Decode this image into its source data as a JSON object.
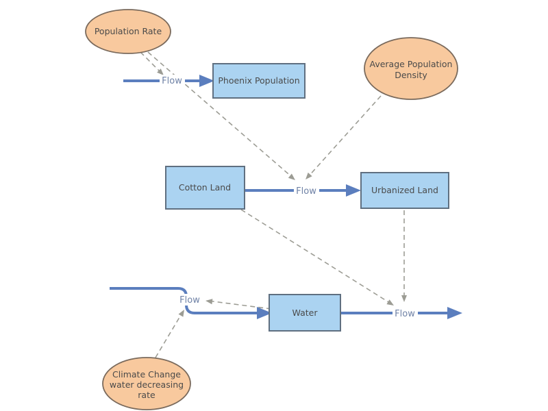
{
  "diagram": {
    "type": "stock-and-flow",
    "colors": {
      "background": "#ffffff",
      "stock_fill": "#abd3f1",
      "stock_border": "#5f6f80",
      "variable_fill": "#f8c99e",
      "variable_border": "#7a6a5c",
      "flow_color": "#5b7ebe",
      "flow_label_color": "#6f82a6",
      "connector_color": "#9c9c94",
      "node_text_color": "#4a4a4a"
    },
    "nodes": {
      "population_rate": {
        "label": "Population Rate",
        "shape": "ellipse"
      },
      "phoenix_population": {
        "label": "Phoenix Population",
        "shape": "rectangle"
      },
      "average_population_density": {
        "line1": "Average Population",
        "line2": "Density",
        "shape": "ellipse"
      },
      "cotton_land": {
        "label": "Cotton Land",
        "shape": "rectangle"
      },
      "urbanized_land": {
        "label": "Urbanized Land",
        "shape": "rectangle"
      },
      "water": {
        "label": "Water",
        "shape": "rectangle"
      },
      "climate_change": {
        "line1": "Climate Change",
        "line2": "water decreasing",
        "line3": "rate",
        "shape": "ellipse"
      }
    },
    "flow_labels": {
      "population_inflow": "Flow",
      "land_conversion": "Flow",
      "water_inflow": "Flow",
      "water_outflow": "Flow"
    },
    "connectors": [
      {
        "from": "population_rate",
        "to": "population_inflow"
      },
      {
        "from": "population_rate",
        "to": "land_conversion"
      },
      {
        "from": "average_population_density",
        "to": "land_conversion"
      },
      {
        "from": "cotton_land",
        "to": "water_outflow"
      },
      {
        "from": "urbanized_land",
        "to": "water_outflow"
      },
      {
        "from": "water",
        "to": "water_inflow"
      },
      {
        "from": "climate_change",
        "to": "water_inflow"
      }
    ]
  }
}
